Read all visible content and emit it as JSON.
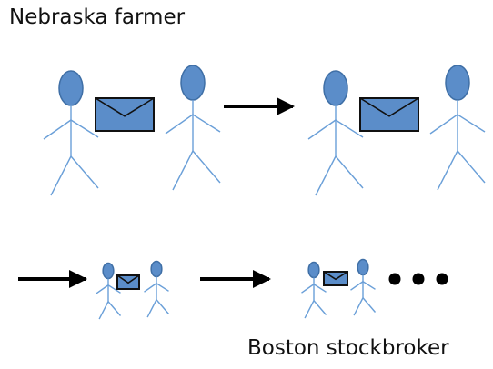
{
  "labels": {
    "top_left": "Nebraska farmer",
    "bottom_right": "Boston stockbroker"
  },
  "colors": {
    "figure_fill": "#5b8dc9",
    "figure_stroke": "#3f6fa6",
    "limb": "#6a9fd8",
    "envelope_fill": "#5b8dc9",
    "envelope_stroke": "#111111",
    "arrow": "#000000",
    "dots": "#000000"
  },
  "diagram": {
    "description_icons": [
      "person-icon",
      "envelope-icon",
      "arrow-icon",
      "ellipsis-dots"
    ],
    "stages": 4
  }
}
